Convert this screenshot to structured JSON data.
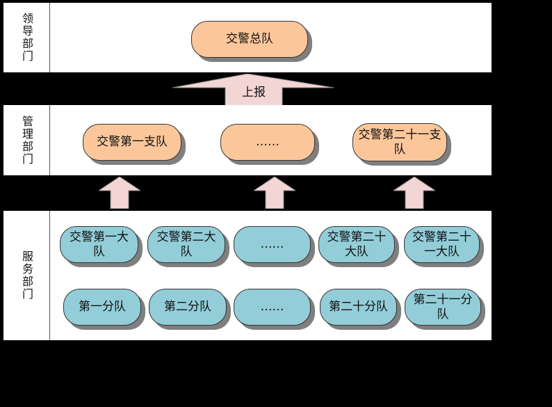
{
  "colors": {
    "leader_node": "#fbc79a",
    "service_node": "#92cdd8",
    "arrow": "#f3d5d5"
  },
  "levels": {
    "leader": {
      "label": "领导部门",
      "nodes": [
        "交警总队"
      ]
    },
    "management": {
      "label": "管理部门",
      "nodes": [
        "交警第一支队",
        "……",
        "交警第二十一支队"
      ]
    },
    "service": {
      "label": "服务部门",
      "row1": [
        "交警第一大队",
        "交警第二大队",
        "……",
        "交警第二十大队",
        "交警第二十一大队"
      ],
      "row2": [
        "第一分队",
        "第二分队",
        "……",
        "第二十分队",
        "第二十一分队"
      ]
    }
  },
  "arrows": {
    "report_label": "上报"
  }
}
